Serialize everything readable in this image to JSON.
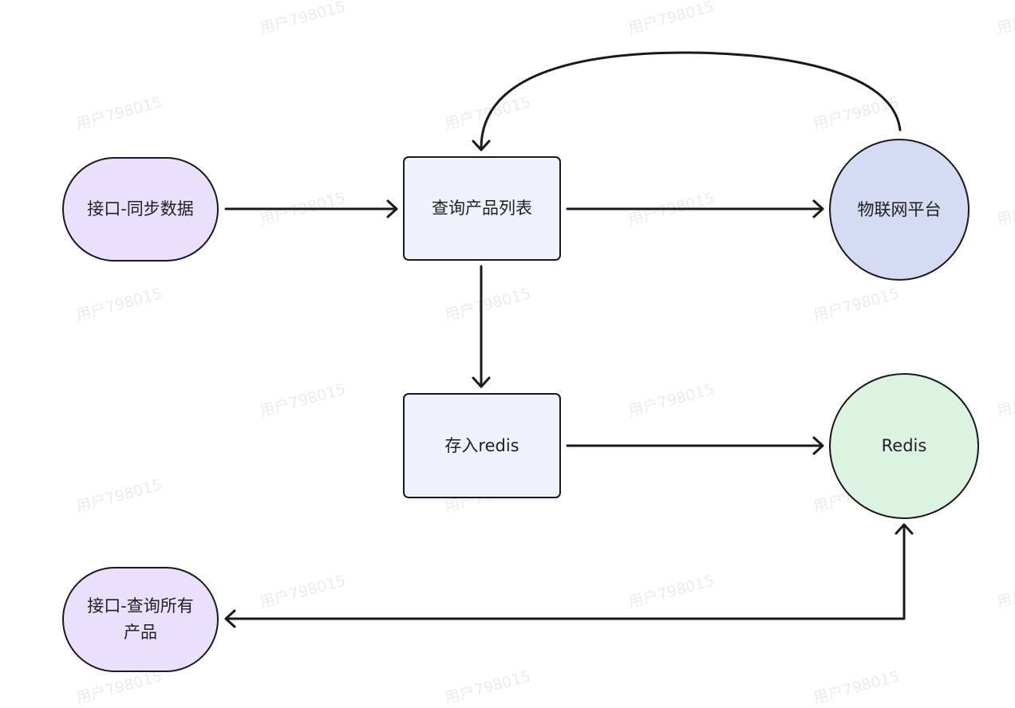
{
  "watermark": "用户798015",
  "nodes": {
    "api_sync": "接口-同步数据",
    "query_products": "查询产品列表",
    "iot_platform": "物联网平台",
    "store_redis": "存入redis",
    "redis": "Redis",
    "api_query_all": {
      "line1": "接口-查询所有",
      "line2": "产品"
    }
  },
  "colors": {
    "stroke": "#1a1a1a",
    "api_fill": "#e9e1fb",
    "process_fill": "#edf2fc",
    "iot_fill": "#d5dbf3",
    "redis_fill": "#dcf3e2"
  }
}
